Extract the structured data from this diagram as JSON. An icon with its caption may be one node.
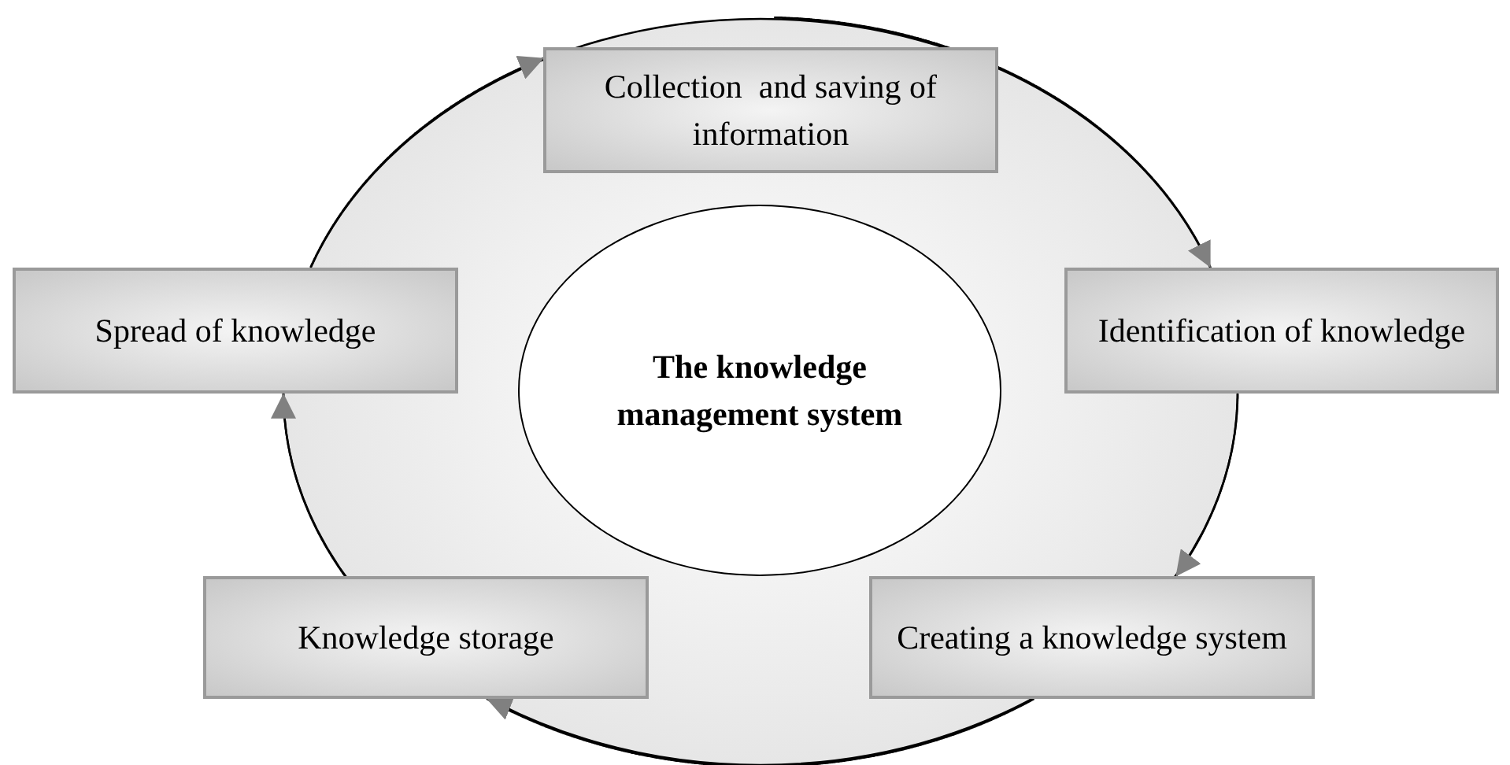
{
  "diagram": {
    "nodes": [
      {
        "text": [
          "Collection  and saving of information"
        ]
      },
      {
        "text": [
          "Identification of knowledge"
        ]
      },
      {
        "text": [
          "Creating a knowledge system"
        ]
      },
      {
        "text": [
          "Knowledge storage"
        ]
      },
      {
        "text": [
          "Spread of knowledge"
        ]
      },
      {
        "text": [
          "The knowledge management system"
        ]
      }
    ],
    "edges": [
      {
        "from": 4,
        "to": 0,
        "arrow": "to"
      },
      {
        "from": 0,
        "to": 1,
        "arrow": "to"
      },
      {
        "from": 1,
        "to": 2,
        "arrow": "to"
      },
      {
        "from": 2,
        "to": 3,
        "arrow": "to"
      },
      {
        "from": 3,
        "to": 4,
        "arrow": "to"
      }
    ]
  }
}
